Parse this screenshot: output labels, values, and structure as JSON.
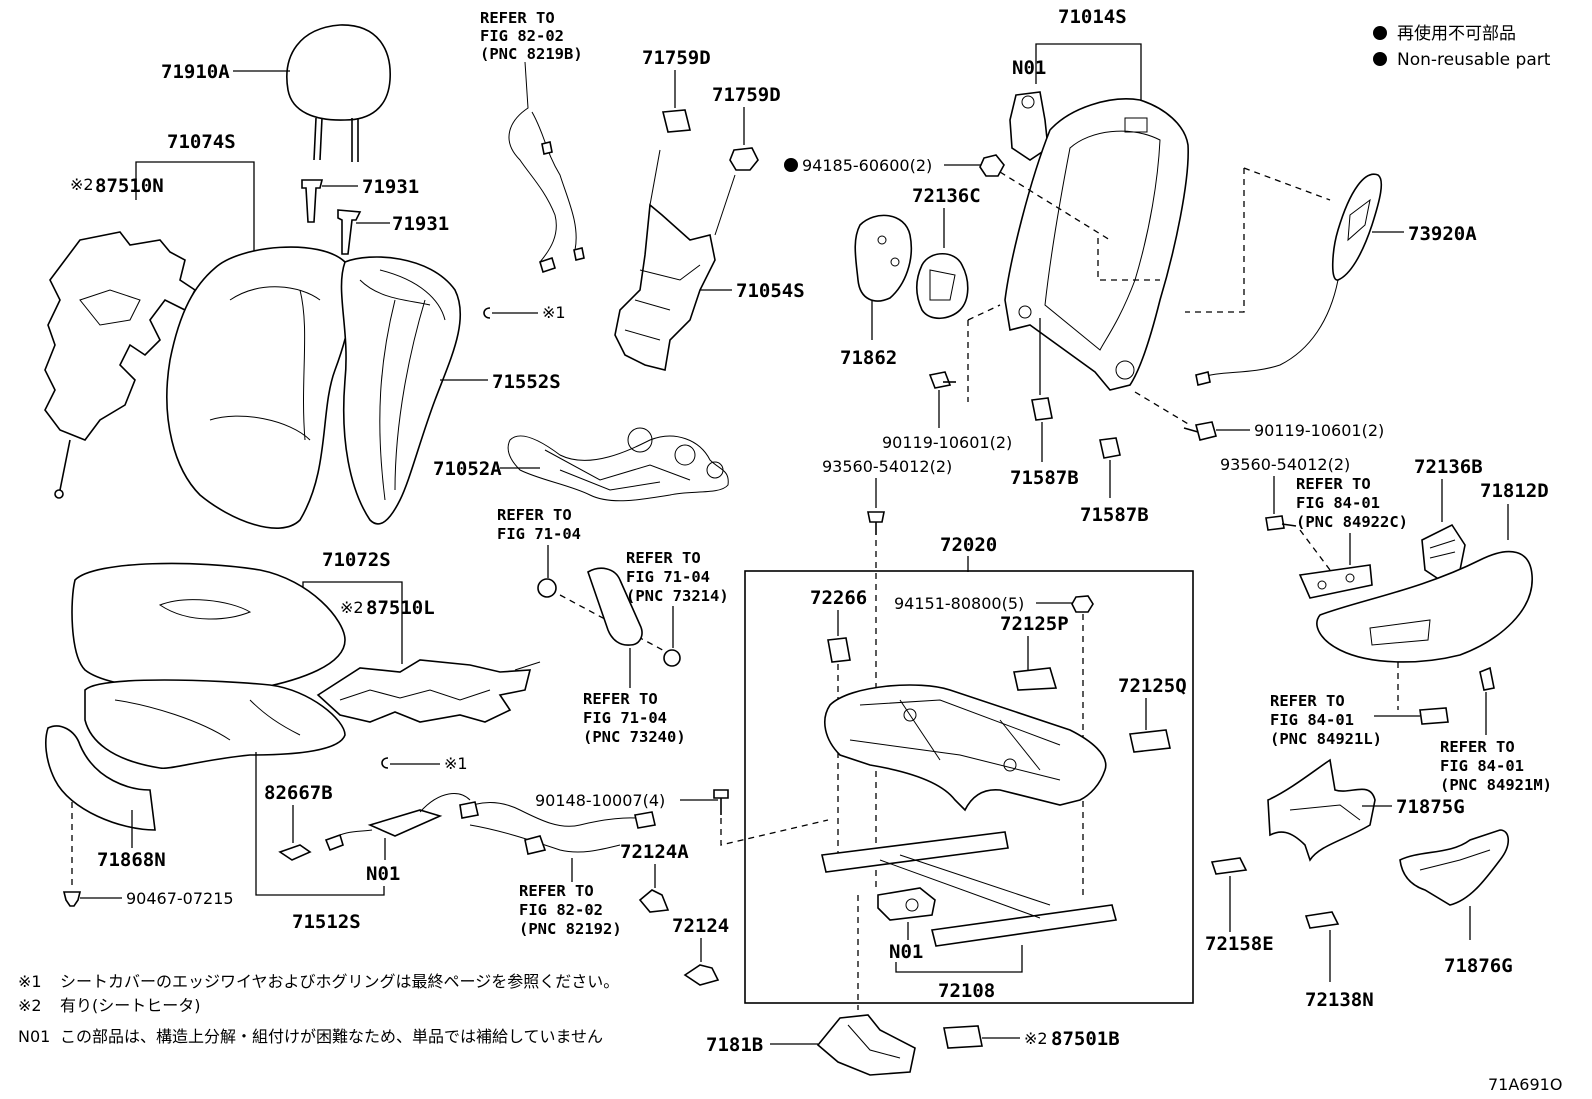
{
  "legend": {
    "line1": "再使用不可部品",
    "line2": "Non-reusable part"
  },
  "labels": {
    "p71910A": "71910A",
    "p71074S": "71074S",
    "p87510N": "87510N",
    "p87510N_mark": "※2",
    "p71931a": "71931",
    "p71931b": "71931",
    "mark1a": "※1",
    "p71552S": "71552S",
    "p71072S": "71072S",
    "p87510L": "87510L",
    "p87510L_mark": "※2",
    "mark1b": "※1",
    "p82667B": "82667B",
    "pN01a": "N01",
    "p71868N": "71868N",
    "p90467": "90467-07215",
    "p71512S": "71512S",
    "p71759Da": "71759D",
    "p71759Db": "71759D",
    "p71054S": "71054S",
    "p71052A": "71052A",
    "p71014S": "71014S",
    "pN01b": "N01",
    "p94185": "94185-60600(2)",
    "p72136C": "72136C",
    "p71862": "71862",
    "p73920A": "73920A",
    "p90119a": "90119-10601(2)",
    "p90119b": "90119-10601(2)",
    "p71587Ba": "71587B",
    "p71587Bb": "71587B",
    "p93560a": "93560-54012(2)",
    "p93560b": "93560-54012(2)",
    "p72136B": "72136B",
    "p71812D": "71812D",
    "p72020": "72020",
    "p72266": "72266",
    "p94151": "94151-80800(5)",
    "p72125P": "72125P",
    "p72125Q": "72125Q",
    "p90148": "90148-10007(4)",
    "p72124A": "72124A",
    "p72124": "72124",
    "pN01c": "N01",
    "p72108": "72108",
    "p7181B": "7181B",
    "p87501B": "87501B",
    "p87501B_mark": "※2",
    "p71875G": "71875G",
    "p71876G": "71876G",
    "p72158E": "72158E",
    "p72138N": "72138N"
  },
  "refs": {
    "r8202a": [
      "REFER TO",
      "FIG 82-02",
      "(PNC 8219B)"
    ],
    "r7104a": [
      "REFER TO",
      "FIG 71-04"
    ],
    "r7104b": [
      "REFER TO",
      "FIG 71-04",
      "(PNC 73214)"
    ],
    "r7104c": [
      "REFER TO",
      "FIG 71-04",
      "(PNC 73240)"
    ],
    "r8202b": [
      "REFER TO",
      "FIG 82-02",
      "(PNC 82192)"
    ],
    "r8401a": [
      "REFER TO",
      "FIG 84-01",
      "(PNC 84922C)"
    ],
    "r8401b": [
      "REFER TO",
      "FIG 84-01",
      "(PNC 84921L)"
    ],
    "r8401c": [
      "REFER TO",
      "FIG 84-01",
      "(PNC 84921M)"
    ]
  },
  "notes": {
    "n1_mark": "※1",
    "n1_text": "シートカバーのエッジワイヤおよびホグリングは最終ページを参照ください。",
    "n2_mark": "※2",
    "n2_text": "有り(シートヒータ)",
    "n3_mark": "N01",
    "n3_text": "この部品は、構造上分解・組付けが困難なため、単品では補給していません"
  },
  "figure_code": "71A691O"
}
